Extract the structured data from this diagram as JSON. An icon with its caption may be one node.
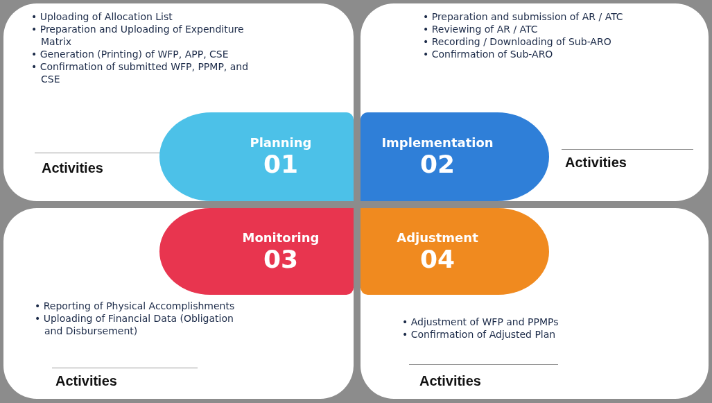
{
  "diagram": {
    "nodes": [
      {
        "text": [
          "• Uploading of Allocation List",
          "• Preparation and Uploading of Expenditure Matrix",
          "• Generation (Printing) of WFP, APP, CSE",
          "• Confirmation of submitted WFP, PPMP, and CSE",
          "Activities"
        ]
      },
      {
        "text": [
          "Planning",
          "01"
        ],
        "in": 0
      },
      {
        "text": [
          "• Preparation and submission of AR / ATC",
          "• Reviewing of AR / ATC",
          "• Recording / Downloading of Sub-ARO",
          "• Confirmation of Sub-ARO",
          "Activities"
        ]
      },
      {
        "text": [
          "Implementation",
          "02"
        ],
        "in": 2
      },
      {
        "text": [
          "• Reporting of Physical Accomplishments",
          "• Uploading of Financial Data (Obligation and Disbursement)",
          "Activities"
        ]
      },
      {
        "text": [
          "Monitoring",
          "03"
        ],
        "in": 4
      },
      {
        "text": [
          "• Adjustment of WFP and PPMPs",
          "• Confirmation of Adjusted Plan",
          "Activities"
        ]
      },
      {
        "text": [
          "Adjustment",
          "04"
        ],
        "in": 6
      }
    ],
    "edges": []
  }
}
